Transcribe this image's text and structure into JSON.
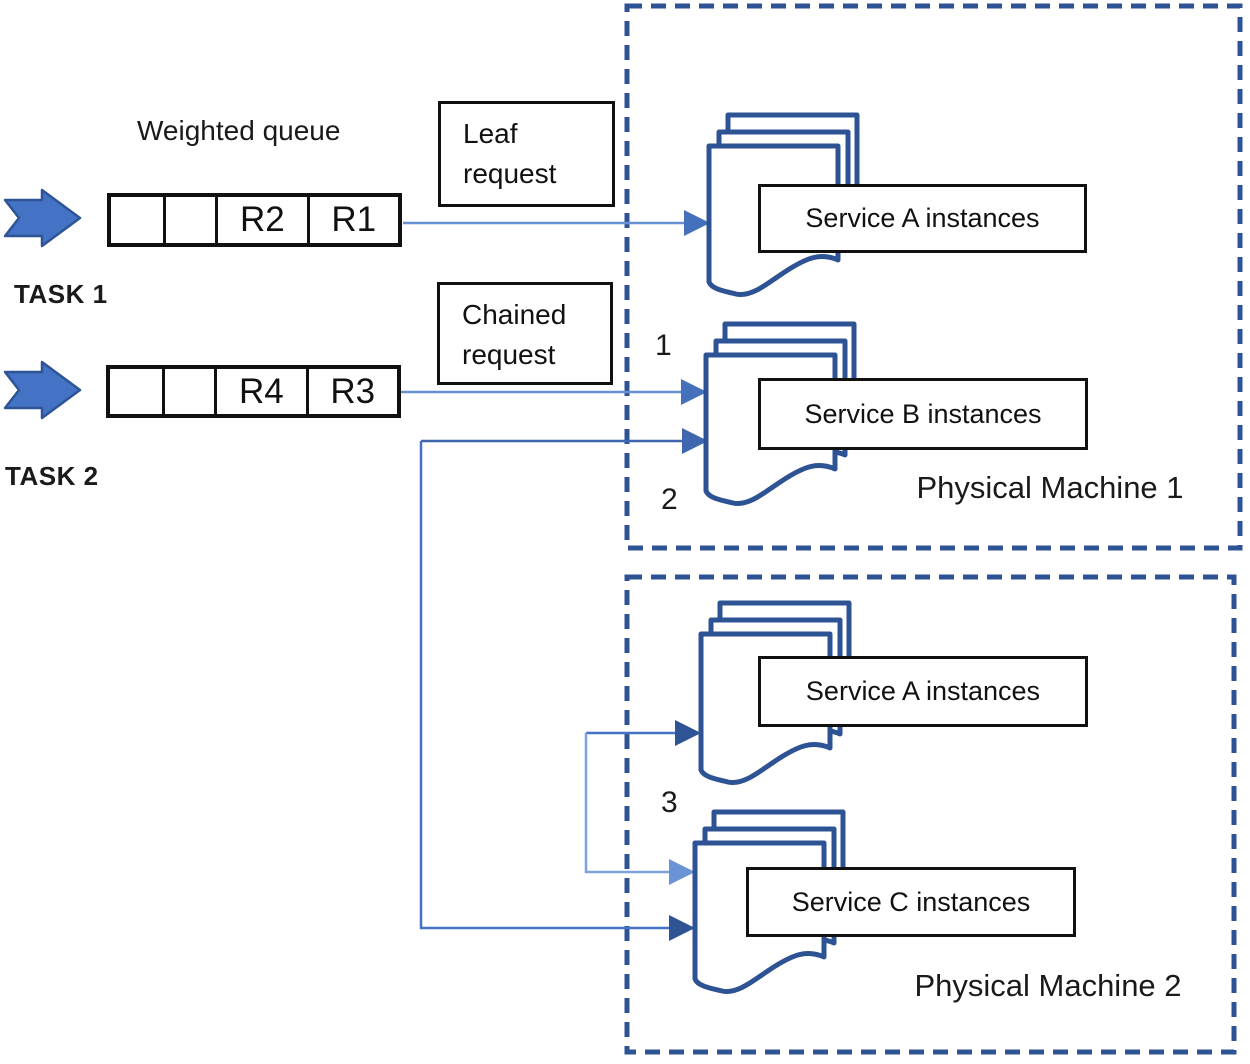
{
  "queue_title": "Weighted queue",
  "tasks": [
    {
      "label": "TASK 1",
      "queue_cells": [
        "",
        "",
        "R2",
        "R1"
      ]
    },
    {
      "label": "TASK 2",
      "queue_cells": [
        "",
        "",
        "R4",
        "R3"
      ]
    }
  ],
  "request_labels": {
    "leaf": "Leaf request",
    "chained": "Chained request"
  },
  "machines": [
    {
      "name": "Physical Machine 1",
      "services": [
        {
          "label": "Service A instances"
        },
        {
          "label": "Service B instances"
        }
      ]
    },
    {
      "name": "Physical Machine 2",
      "services": [
        {
          "label": "Service A instances"
        },
        {
          "label": "Service C instances"
        }
      ]
    }
  ],
  "step_labels": {
    "one": "1",
    "two": "2",
    "three": "3"
  },
  "icons": {
    "task_input": "notched-right-arrow-icon",
    "service_stack": "stacked-documents-icon"
  },
  "colors": {
    "diagram_blue_dark": "#2E5394",
    "diagram_blue": "#4472C4",
    "diagram_blue_light": "#7CA3DC",
    "box_border": "#111111",
    "background": "#FFFFFF"
  }
}
